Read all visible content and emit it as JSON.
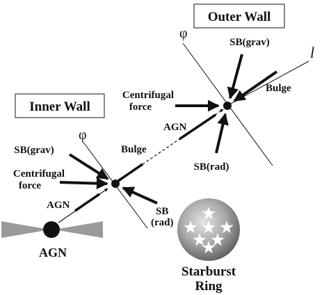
{
  "outer_wall": {
    "title": "Outer Wall",
    "phi": "φ",
    "l_axis": "l",
    "labels": {
      "sb_grav": "SB(grav)",
      "bulge": "Bulge",
      "centrifugal_line1": "Centrifugal",
      "centrifugal_line2": "force",
      "sb_rad": "SB(rad)",
      "agn": "AGN"
    }
  },
  "inner_wall": {
    "title": "Inner Wall",
    "phi": "φ",
    "labels": {
      "sb_grav": "SB(grav)",
      "bulge": "Bulge",
      "centrifugal_line1": "Centrifugal",
      "centrifugal_line2": "force",
      "sb_rad_line1": "SB",
      "sb_rad_line2": "(rad)",
      "agn": "AGN"
    }
  },
  "agn": {
    "label": "AGN"
  },
  "starburst_ring": {
    "label_line1": "Starburst",
    "label_line2": "Ring",
    "star_count": 7
  },
  "colors": {
    "ink": "#111111",
    "agn_cone": "#9a9a9a",
    "ring_dark": "#6e6e6e",
    "ring_light": "#d6d6d6"
  }
}
